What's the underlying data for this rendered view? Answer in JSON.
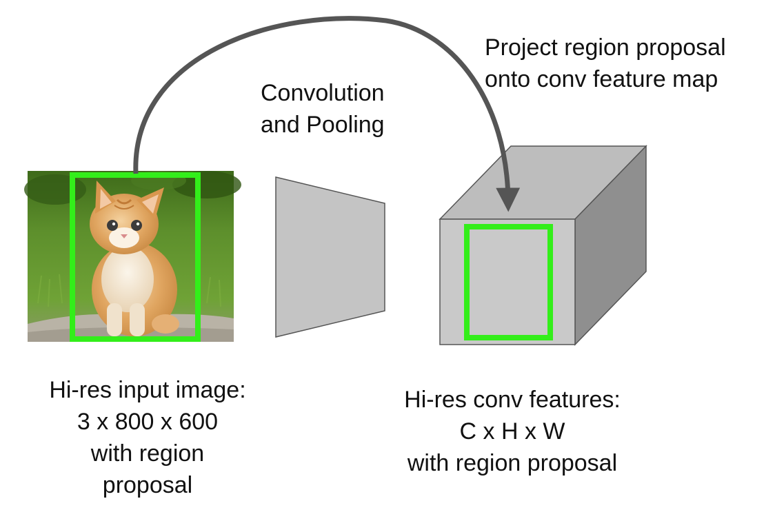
{
  "labels": {
    "project": {
      "line1": "Project region proposal",
      "line2": "onto conv feature map"
    },
    "conv_pool": {
      "line1": "Convolution",
      "line2": "and Pooling"
    },
    "input_image": {
      "line1": "Hi-res input image:",
      "line2": "3 x 800 x 600",
      "line3": "with region",
      "line4": "proposal"
    },
    "conv_features": {
      "line1": "Hi-res conv features:",
      "line2": "C x H x W",
      "line3": "with region proposal"
    }
  },
  "colors": {
    "region_box": "#33ee1a",
    "block_front": "#c9c9c9",
    "block_top": "#bdbdbd",
    "block_side": "#8f8f8f",
    "arrow": "#555555",
    "trapezoid": "#c4c4c4"
  },
  "image": {
    "subject": "kitten photo"
  }
}
